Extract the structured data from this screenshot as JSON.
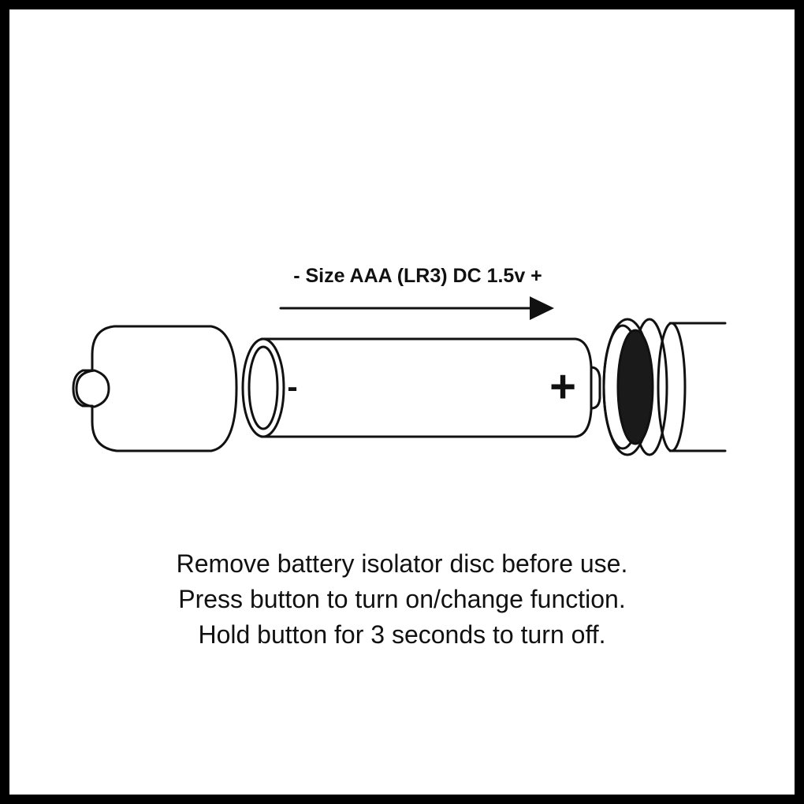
{
  "diagram": {
    "battery_spec": "- Size AAA (LR3) DC 1.5v +",
    "minus_sign": "-",
    "plus_sign": "+",
    "colors": {
      "ink": "#111111",
      "background": "#ffffff",
      "frame": "#000000"
    }
  },
  "instructions": [
    "Remove battery isolator disc before use.",
    "Press button to turn on/change function.",
    "Hold button for 3 seconds to turn off."
  ]
}
